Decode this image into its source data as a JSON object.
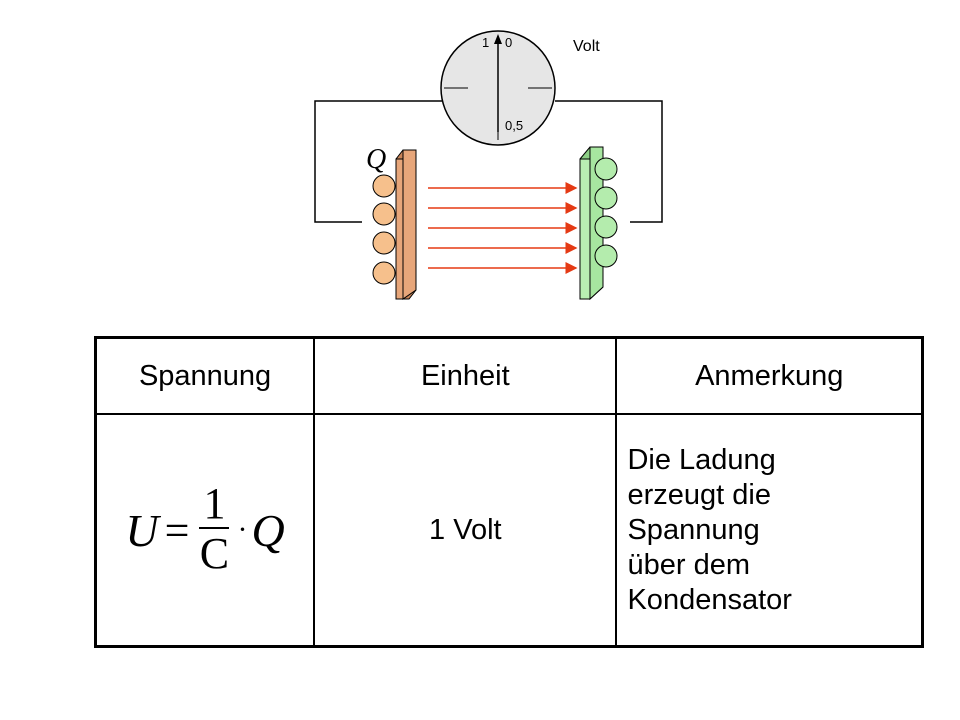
{
  "meter": {
    "label_left": "1",
    "label_right": "0",
    "label_bottom": "0,5",
    "unit": "Volt"
  },
  "charge_symbol": "Q",
  "colors": {
    "left_plate": "#e7a67a",
    "left_charge": "#f6c08c",
    "right_plate": "#a7e6a0",
    "right_charge": "#b4ecad",
    "field_lines": "#e53a14",
    "wire": "#000000"
  },
  "table": {
    "headers": [
      "Spannung",
      "Einheit",
      "Anmerkung"
    ],
    "formula": {
      "lhs": "U",
      "equals": "=",
      "numerator": "1",
      "denominator": "C",
      "dot": "·",
      "rhs": "Q"
    },
    "unit": "1 Volt",
    "note_lines": [
      "Die Ladung",
      "erzeugt die",
      "Spannung",
      "über dem",
      "Kondensator"
    ]
  }
}
